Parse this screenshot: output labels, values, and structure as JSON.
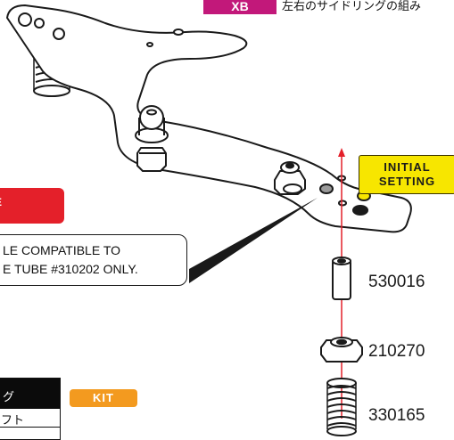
{
  "header": {
    "step_label": "XB",
    "caption": "左右のサイドリングの組み"
  },
  "red_tag": {
    "label": "E"
  },
  "note": {
    "line1": "LE COMPATIBLE TO",
    "line2": "E TUBE #310202 ONLY."
  },
  "initial_setting": {
    "line1": "INITIAL",
    "line2": "SETTING",
    "color": "#f7e600"
  },
  "parts": [
    {
      "number": "530016",
      "icon": "spacer-tube-icon"
    },
    {
      "number": "210270",
      "icon": "hex-nut-icon"
    },
    {
      "number": "330165",
      "icon": "coil-spring-icon"
    }
  ],
  "kit_table": {
    "header": "グ",
    "row": "フト",
    "badge": "KIT",
    "badge_color": "#f39a1f"
  }
}
